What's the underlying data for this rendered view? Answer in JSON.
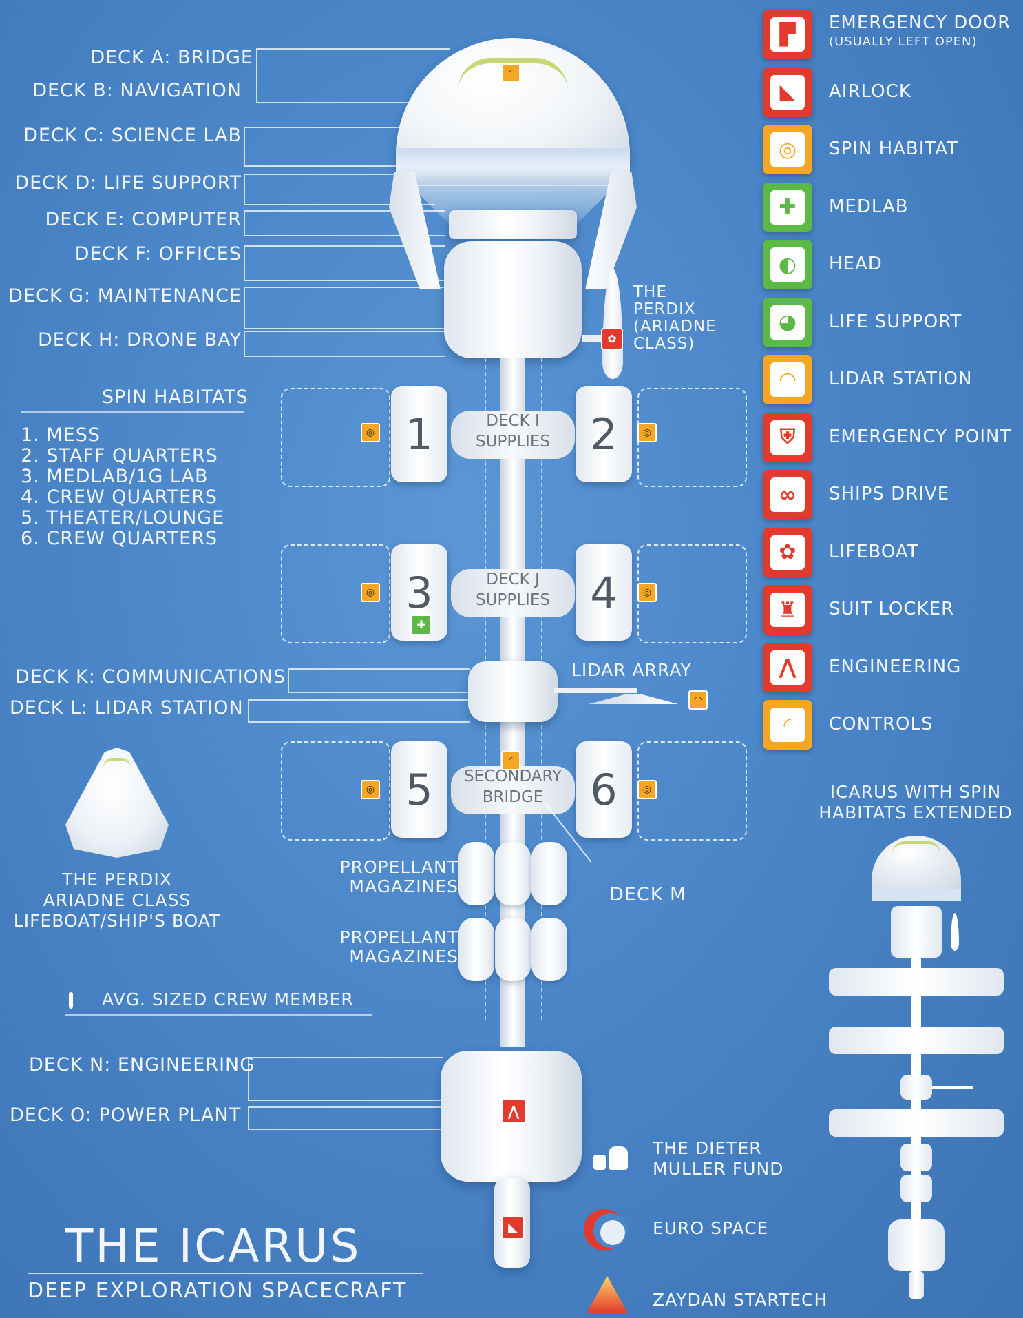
{
  "deck_labels": [
    {
      "id": "a",
      "text": "DECK A: BRIDGE"
    },
    {
      "id": "b",
      "text": "DECK B: NAVIGATION"
    },
    {
      "id": "c",
      "text": "DECK C: SCIENCE LAB"
    },
    {
      "id": "d",
      "text": "DECK D: LIFE SUPPORT"
    },
    {
      "id": "e",
      "text": "DECK E: COMPUTER"
    },
    {
      "id": "f",
      "text": "DECK F: OFFICES"
    },
    {
      "id": "g",
      "text": "DECK G: MAINTENANCE"
    },
    {
      "id": "h",
      "text": "DECK H: DRONE BAY"
    },
    {
      "id": "k",
      "text": "DECK K: COMMUNICATIONS"
    },
    {
      "id": "l",
      "text": "DECK L: LIDAR STATION"
    },
    {
      "id": "n",
      "text": "DECK N: ENGINEERING"
    },
    {
      "id": "o",
      "text": "DECK O: POWER PLANT"
    }
  ],
  "spin_habitats": {
    "title": "SPIN HABITATS",
    "items": [
      "1. MESS",
      "2. STAFF QUARTERS",
      "3. MEDLAB/1G LAB",
      "4. CREW QUARTERS",
      "5. THEATER/LOUNGE",
      "6. CREW QUARTERS"
    ]
  },
  "habitat_numbers": [
    "1",
    "2",
    "3",
    "4",
    "5",
    "6"
  ],
  "deck_pills": {
    "i_line1": "DECK I",
    "i_line2": "SUPPLIES",
    "j_line1": "DECK J",
    "j_line2": "SUPPLIES",
    "sec_line1": "SECONDARY",
    "sec_line2": "BRIDGE"
  },
  "callouts": {
    "perdix_line1": "THE",
    "perdix_line2": "PERDIX",
    "perdix_line3": "(ARIADNE",
    "perdix_line4": "CLASS)",
    "lidar_array": "LIDAR ARRAY",
    "deck_m": "DECK M",
    "propellant_1_line1": "PROPELLANT",
    "propellant_1_line2": "MAGAZINES",
    "propellant_2_line1": "PROPELLANT",
    "propellant_2_line2": "MAGAZINES"
  },
  "perdix_caption": {
    "line1": "THE PERDIX",
    "line2": "ARIADNE CLASS",
    "line3": "LIFEBOAT/SHIP'S BOAT"
  },
  "scale_note": "AVG. SIZED CREW MEMBER",
  "title": {
    "main": "THE ICARUS",
    "sub": "DEEP EXPLORATION SPACECRAFT"
  },
  "legend": [
    {
      "label": "EMERGENCY DOOR",
      "sub": "(USUALLY LEFT OPEN)",
      "color": "#e23b2e",
      "icon": "emergency-door-icon",
      "glyph": "▛"
    },
    {
      "label": "AIRLOCK",
      "sub": "",
      "color": "#e23b2e",
      "icon": "airlock-icon",
      "glyph": "◣"
    },
    {
      "label": "SPIN HABITAT",
      "sub": "",
      "color": "#f5a623",
      "icon": "spin-habitat-icon",
      "glyph": "◎"
    },
    {
      "label": "MEDLAB",
      "sub": "",
      "color": "#5cb946",
      "icon": "medlab-icon",
      "glyph": "✚"
    },
    {
      "label": "HEAD",
      "sub": "",
      "color": "#5cb946",
      "icon": "head-icon",
      "glyph": "◐"
    },
    {
      "label": "LIFE SUPPORT",
      "sub": "",
      "color": "#5cb946",
      "icon": "life-support-icon",
      "glyph": "◕"
    },
    {
      "label": "LIDAR STATION",
      "sub": "",
      "color": "#f5a623",
      "icon": "lidar-station-icon",
      "glyph": "◠"
    },
    {
      "label": "EMERGENCY POINT",
      "sub": "",
      "color": "#e23b2e",
      "icon": "emergency-point-icon",
      "glyph": "⛨"
    },
    {
      "label": "SHIPS DRIVE",
      "sub": "",
      "color": "#e23b2e",
      "icon": "ships-drive-icon",
      "glyph": "∞"
    },
    {
      "label": "LIFEBOAT",
      "sub": "",
      "color": "#e23b2e",
      "icon": "lifeboat-icon",
      "glyph": "✿"
    },
    {
      "label": "SUIT LOCKER",
      "sub": "",
      "color": "#e23b2e",
      "icon": "suit-locker-icon",
      "glyph": "♜"
    },
    {
      "label": "ENGINEERING",
      "sub": "",
      "color": "#e23b2e",
      "icon": "engineering-icon",
      "glyph": "⋀"
    },
    {
      "label": "CONTROLS",
      "sub": "",
      "color": "#f5a623",
      "icon": "controls-icon",
      "glyph": "◜"
    }
  ],
  "extended_caption": {
    "line1": "ICARUS WITH SPIN",
    "line2": "HABITATS EXTENDED"
  },
  "sponsors": [
    {
      "icon": "dieter-muller-fund-logo-icon",
      "line1": "THE DIETER",
      "line2": "MULLER FUND"
    },
    {
      "icon": "euro-space-logo-icon",
      "line1": "EURO SPACE",
      "line2": ""
    },
    {
      "icon": "zaydan-startech-logo-icon",
      "line1": "ZAYDAN STARTECH",
      "line2": ""
    }
  ],
  "colors": {
    "background": "#4a86c8",
    "red": "#e23b2e",
    "orange": "#f5a623",
    "green": "#5cb946"
  }
}
